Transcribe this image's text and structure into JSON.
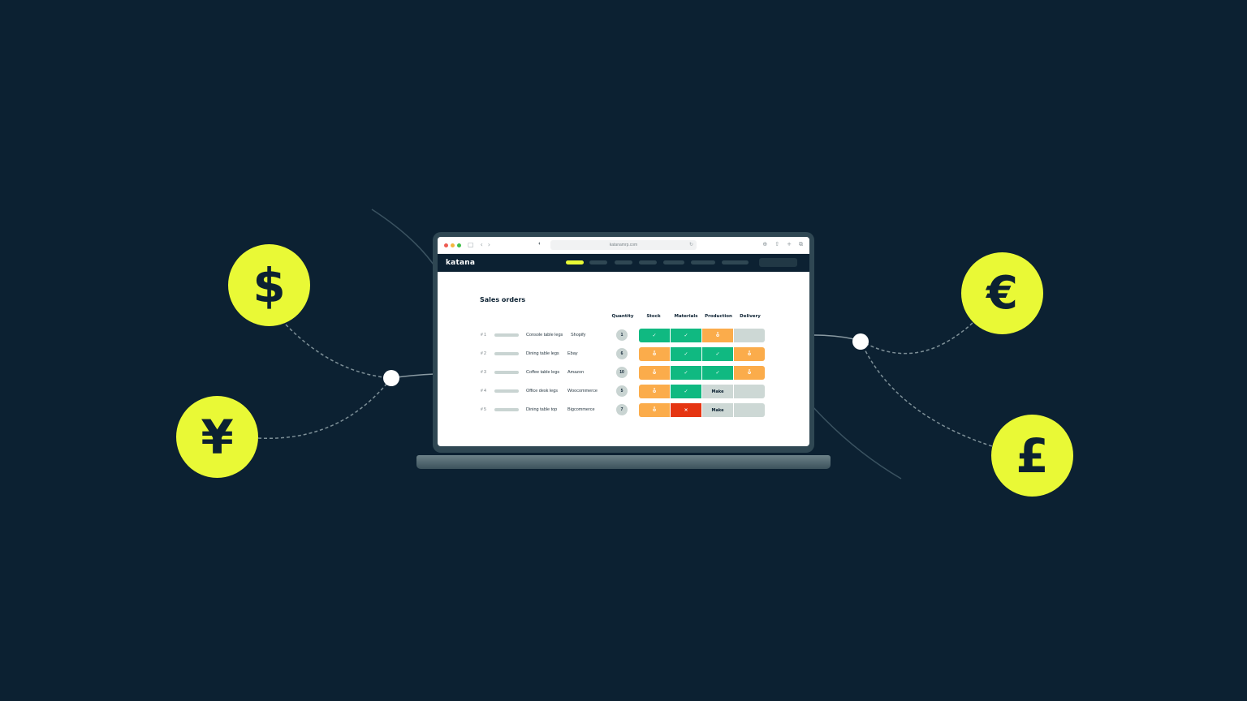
{
  "colors": {
    "background": "#0c2132",
    "accent_yellow": "#e9f936",
    "status_ok": "#10b981",
    "status_waiting": "#fbac4b",
    "status_blocked": "#e53512",
    "status_neutral": "#cdd8d5"
  },
  "currencies": [
    {
      "symbol": "$",
      "name": "dollar"
    },
    {
      "symbol": "¥",
      "name": "yen"
    },
    {
      "symbol": "€",
      "name": "euro"
    },
    {
      "symbol": "£",
      "name": "pound"
    }
  ],
  "browser": {
    "url": "katanamrp.com"
  },
  "app": {
    "logo": "katana"
  },
  "page": {
    "title": "Sales orders",
    "columns": [
      "Quantity",
      "Stock",
      "Materials",
      "Production",
      "Delivery"
    ],
    "orders": [
      {
        "num": "# 1",
        "product": "Console table legs",
        "channel": "Shopify",
        "quantity": "1",
        "statuses": [
          {
            "type": "ok",
            "label": "✓"
          },
          {
            "type": "ok",
            "label": "✓"
          },
          {
            "type": "wait",
            "label": "ȫ"
          },
          {
            "type": "empty",
            "label": ""
          }
        ]
      },
      {
        "num": "# 2",
        "product": "Dining table legs",
        "channel": "Ebay",
        "quantity": "6",
        "statuses": [
          {
            "type": "wait",
            "label": "ȫ"
          },
          {
            "type": "ok",
            "label": "✓"
          },
          {
            "type": "ok",
            "label": "✓"
          },
          {
            "type": "wait",
            "label": "ȫ"
          }
        ]
      },
      {
        "num": "# 3",
        "product": "Coffee table legs",
        "channel": "Amazon",
        "quantity": "10",
        "statuses": [
          {
            "type": "wait",
            "label": "ȫ"
          },
          {
            "type": "ok",
            "label": "✓"
          },
          {
            "type": "ok",
            "label": "✓"
          },
          {
            "type": "wait",
            "label": "ȫ"
          }
        ]
      },
      {
        "num": "# 4",
        "product": "Office desk legs",
        "channel": "Woocommerce",
        "quantity": "5",
        "statuses": [
          {
            "type": "wait",
            "label": "ȫ"
          },
          {
            "type": "ok",
            "label": "✓"
          },
          {
            "type": "make",
            "label": "Make"
          },
          {
            "type": "empty",
            "label": ""
          }
        ]
      },
      {
        "num": "# 5",
        "product": "Dining table top",
        "channel": "Bigcommerce",
        "quantity": "7",
        "statuses": [
          {
            "type": "wait",
            "label": "ȫ"
          },
          {
            "type": "bad",
            "label": "×"
          },
          {
            "type": "make",
            "label": "Make"
          },
          {
            "type": "empty",
            "label": ""
          }
        ]
      }
    ]
  }
}
